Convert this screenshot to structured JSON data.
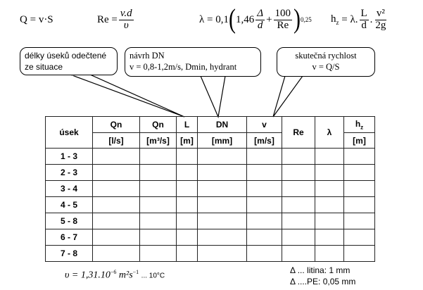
{
  "formulas": {
    "q": {
      "lhs": "Q",
      "eq": "=",
      "rhs": "v·S"
    },
    "re": {
      "lhs": "Re",
      "eq": "=",
      "num": "v.d",
      "den": "υ"
    },
    "lambda": {
      "lhs": "λ",
      "eq": "=",
      "coef": "0,1",
      "c1": "1,46",
      "f1_num": "Δ",
      "f1_den": "d",
      "plus": "+",
      "f2_num": "100",
      "f2_den": "Re",
      "exp": "0,25"
    },
    "hz": {
      "lhs": "h",
      "sub": "z",
      "eq": "=",
      "lam": "λ.",
      "f1_num": "L",
      "f1_den": "d",
      "dot": ".",
      "f2_num": "v²",
      "f2_den": "2g"
    }
  },
  "callouts": {
    "lengths": {
      "line1": "délky úseků odečtené",
      "line2": "ze situace"
    },
    "dn": {
      "line1": "návrh DN",
      "line2": "v = 0,8-1,2m/s, Dmin, hydrant"
    },
    "velocity": {
      "line1": "skutečná rychlost",
      "line2": "v = Q/S"
    }
  },
  "table": {
    "section_header": "úsek",
    "headers": [
      "Qn",
      "Qn",
      "L",
      "DN",
      "v",
      "Re",
      "λ",
      "h"
    ],
    "hz_sub": "z",
    "units": [
      "[l/s]",
      "[m³/s]",
      "[m]",
      "[mm]",
      "[m/s]",
      "",
      "",
      "[m]"
    ],
    "sections": [
      "1 - 3",
      "2 - 3",
      "3 - 4",
      "4 - 5",
      "5 - 8",
      "6 - 7",
      "7 - 8"
    ]
  },
  "footer": {
    "viscosity": "υ = 1,31.10",
    "visc_exp": "−6",
    "visc_units": "m²s",
    "visc_units_exp": "−1",
    "visc_temp": "... 10°C",
    "delta_litina": "Δ ... litina:  1 mm",
    "delta_pe": "Δ ....PE:  0,05 mm"
  }
}
